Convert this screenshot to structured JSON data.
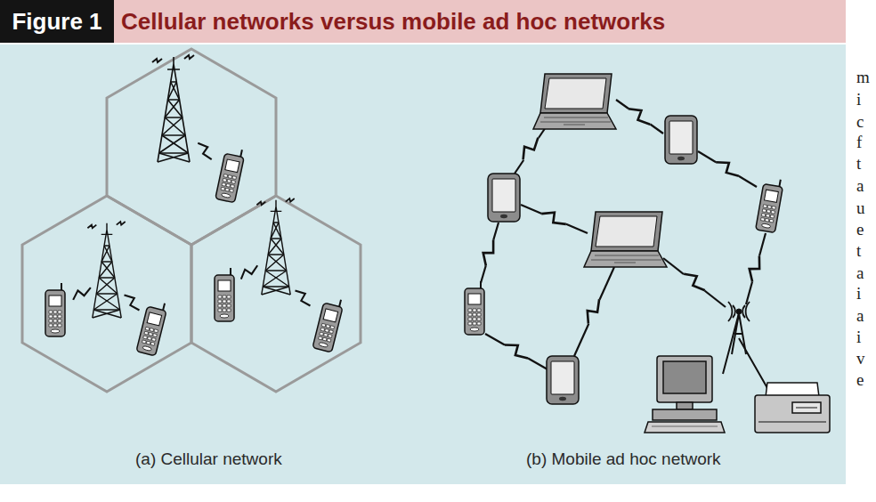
{
  "diagram": {
    "title": "Cellular networks versus mobile ad hoc networks",
    "nodes": [
      {
        "text": [
          "Figure 1"
        ]
      }
    ],
    "labels": [
      "(a) Cellular network",
      "(b) Mobile ad hoc network",
      "m",
      "i",
      "c",
      "f",
      "t",
      "a",
      "u",
      "e",
      "t",
      "a",
      "i",
      "a",
      "i",
      "v",
      "e"
    ]
  }
}
